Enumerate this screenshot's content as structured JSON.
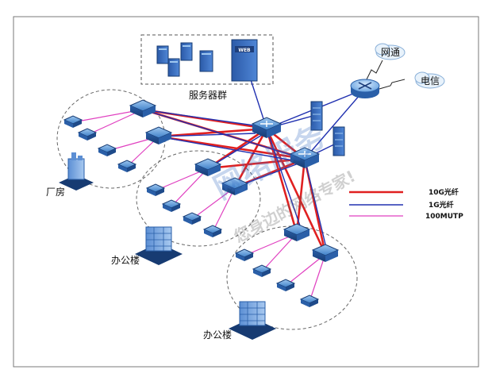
{
  "labels": {
    "server_group": "服务器群",
    "factory": "厂房",
    "office_1": "办公楼",
    "office_2": "办公楼",
    "isp_netcom": "网通",
    "isp_telecom": "电信",
    "web_server": "WEB"
  },
  "legend": [
    {
      "label": "10G光纤",
      "color": "#e02020"
    },
    {
      "label": "1G光纤",
      "color": "#2030b0"
    },
    {
      "label": "100MUTP",
      "color": "#e040c0"
    }
  ],
  "watermark": {
    "line1": "网络服务",
    "line2": "您身边的网络专家!"
  }
}
